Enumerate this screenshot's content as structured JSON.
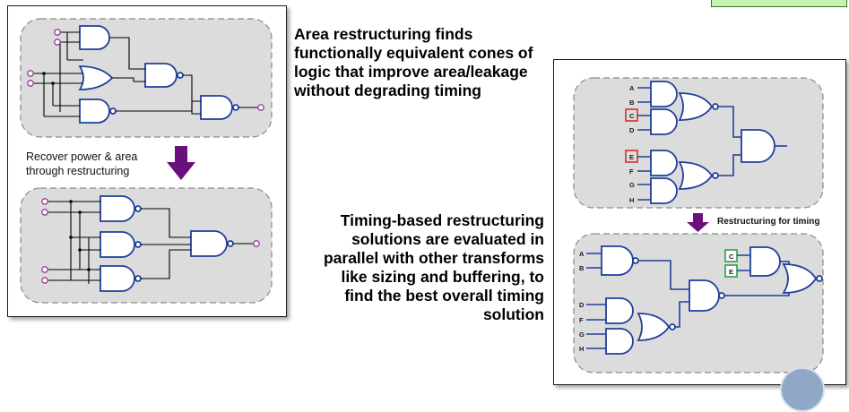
{
  "left_panel": {
    "caption": "Recover power & area through restructuring"
  },
  "top_text": "Area restructuring finds functionally equivalent cones of logic that improve area/leakage without degrading timing",
  "bottom_text": "Timing-based restructuring solutions are evaluated in parallel with other transforms like sizing and buffering, to find the best overall timing solution",
  "right_panel": {
    "arrow_label": "Restructuring for timing",
    "top_inputs": [
      "A",
      "B",
      "C",
      "D",
      "E",
      "F",
      "G",
      "H"
    ],
    "highlighted_top": [
      "C",
      "E"
    ],
    "bottom_inputs_left": [
      "A",
      "B",
      "D",
      "F",
      "G",
      "H"
    ],
    "bottom_boxed_inputs": [
      "C",
      "E"
    ]
  },
  "colors": {
    "arrow": "#6a0f7d",
    "gate_stroke": "#1f3f9a",
    "highlight_red": "#d32f2f",
    "highlight_green": "#2e9d4f",
    "pin": "#9a3a9a"
  }
}
